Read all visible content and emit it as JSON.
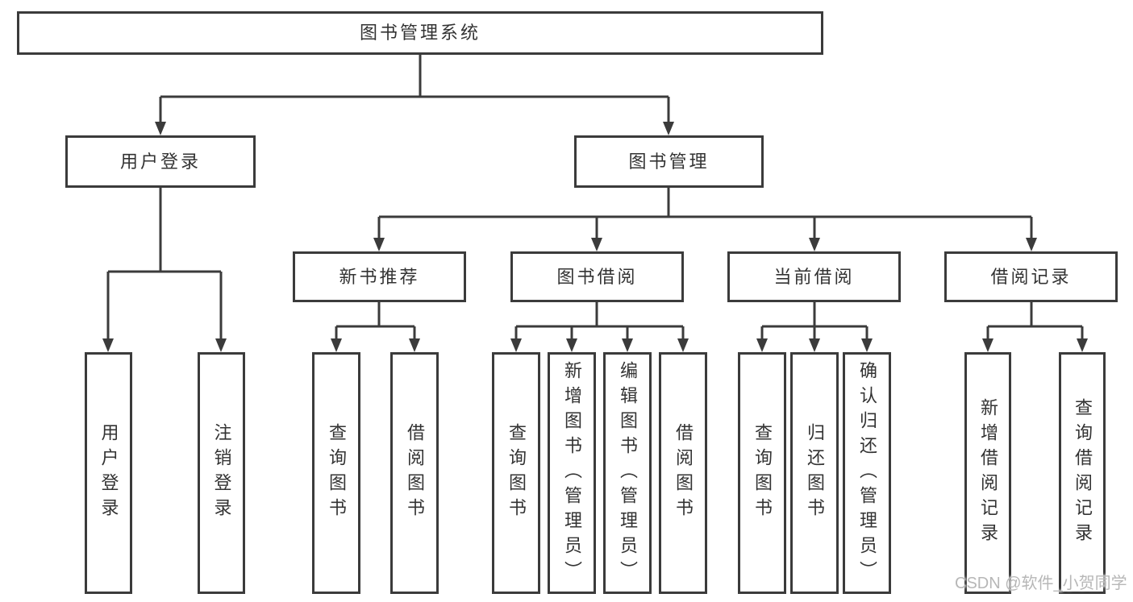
{
  "diagram": {
    "type": "functional-structure-tree",
    "watermark": "CSDN @软件_小贺同学",
    "colors": {
      "line": "#3b3b3b",
      "box_border": "#3b3b3b",
      "box_fill": "#ffffff",
      "text": "#333333",
      "watermark": "#b7b7b7",
      "background": "#ffffff"
    }
  },
  "nodes": {
    "root": {
      "label": "图书管理系统"
    },
    "user_login": {
      "label": "用户登录"
    },
    "book_management": {
      "label": "图书管理"
    },
    "login": {
      "label": "用户登录"
    },
    "logout": {
      "label": "注销登录"
    },
    "new_book_recommend": {
      "label": "新书推荐"
    },
    "book_borrowing": {
      "label": "图书借阅"
    },
    "current_borrowing": {
      "label": "当前借阅"
    },
    "borrowing_records": {
      "label": "借阅记录"
    },
    "query_books_1": {
      "label": "查询图书"
    },
    "borrow_books_1": {
      "label": "借阅图书"
    },
    "query_books_2": {
      "label": "查询图书"
    },
    "add_books": {
      "label": "新增图书（管理员）"
    },
    "edit_books": {
      "label": "编辑图书（管理员）"
    },
    "borrow_books_2": {
      "label": "借阅图书"
    },
    "query_books_3": {
      "label": "查询图书"
    },
    "return_books": {
      "label": "归还图书"
    },
    "confirm_return": {
      "label": "确认归还（管理员）"
    },
    "add_borrow_record": {
      "label": "新增借阅记录"
    },
    "query_borrow_record": {
      "label": "查询借阅记录"
    }
  },
  "hierarchy": {
    "图书管理系统": {
      "用户登录": [
        "用户登录",
        "注销登录"
      ],
      "图书管理": {
        "新书推荐": [
          "查询图书",
          "借阅图书"
        ],
        "图书借阅": [
          "查询图书",
          "新增图书（管理员）",
          "编辑图书（管理员）",
          "借阅图书"
        ],
        "当前借阅": [
          "查询图书",
          "归还图书",
          "确认归还（管理员）"
        ],
        "借阅记录": [
          "新增借阅记录",
          "查询借阅记录"
        ]
      }
    }
  }
}
